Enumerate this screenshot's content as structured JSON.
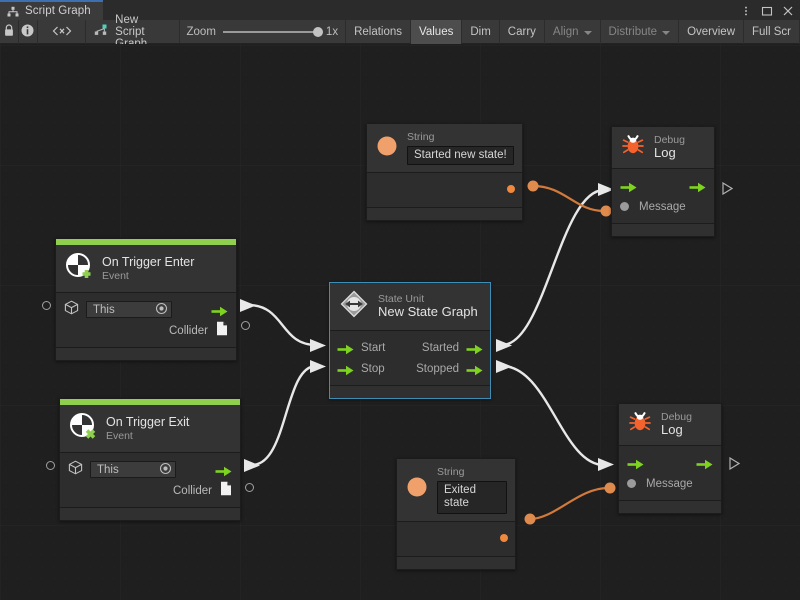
{
  "window": {
    "tab_label": "Script Graph",
    "tab_icon": "graph-hierarchy-icon",
    "controls": [
      "kebab-menu-icon",
      "maximize-icon",
      "close-icon"
    ]
  },
  "toolbar": {
    "lock_icon": "lock-icon",
    "info_icon": "info-icon",
    "code_icon": "code-brackets-icon",
    "graph_icon": "script-graph-icon",
    "graph_name": "New Script Graph",
    "zoom_label": "Zoom",
    "zoom_value": "1x",
    "zoom_slider_percent": 100,
    "buttons": [
      {
        "label": "Relations",
        "active": false,
        "dim": false,
        "dropdown": false
      },
      {
        "label": "Values",
        "active": true,
        "dim": false,
        "dropdown": false
      },
      {
        "label": "Dim",
        "active": false,
        "dim": false,
        "dropdown": false
      },
      {
        "label": "Carry",
        "active": false,
        "dim": false,
        "dropdown": false
      },
      {
        "label": "Align",
        "active": false,
        "dim": true,
        "dropdown": true
      },
      {
        "label": "Distribute",
        "active": false,
        "dim": true,
        "dropdown": true
      },
      {
        "label": "Overview",
        "active": false,
        "dim": false,
        "dropdown": false
      },
      {
        "label": "Full Scr",
        "active": false,
        "dim": false,
        "dropdown": false
      }
    ]
  },
  "nodes": {
    "string_top": {
      "icon": "string-value-icon",
      "title": "String",
      "value": "Started new state!",
      "output_port": "string-output-port"
    },
    "string_bottom": {
      "icon": "string-value-icon",
      "title": "String",
      "value": "Exited state",
      "output_port": "string-output-port"
    },
    "debug_log_top": {
      "icon": "debug-bug-icon",
      "subtitle": "Debug",
      "title": "Log",
      "message_label": "Message"
    },
    "debug_log_bottom": {
      "icon": "debug-bug-icon",
      "subtitle": "Debug",
      "title": "Log",
      "message_label": "Message"
    },
    "state_unit": {
      "icon": "state-unit-icon",
      "subtitle": "State Unit",
      "title": "New  State  Graph",
      "selected": true,
      "inputs": [
        "Start",
        "Stop"
      ],
      "outputs": [
        "Started",
        "Stopped"
      ]
    },
    "on_trigger_enter": {
      "icon": "trigger-enter-icon",
      "title": "On Trigger Enter",
      "subtitle": "Event",
      "target_value": "This",
      "target_icon": "gameobject-cube-icon",
      "picker_icon": "object-picker-icon",
      "output_label": "Collider",
      "output_icon": "collider-document-icon"
    },
    "on_trigger_exit": {
      "icon": "trigger-exit-icon",
      "title": "On Trigger Exit",
      "subtitle": "Event",
      "target_value": "This",
      "target_icon": "gameobject-cube-icon",
      "picker_icon": "object-picker-icon",
      "output_label": "Collider",
      "output_icon": "collider-document-icon"
    }
  },
  "colors": {
    "flow_edge": "#e8e8e8",
    "value_edge": "#d2793c",
    "event_accent": "#8fd14f",
    "port_green": "#7ed321",
    "string_orange": "#f0883e",
    "selection": "#3f8cb5",
    "canvas_bg": "#1f1f1f"
  }
}
